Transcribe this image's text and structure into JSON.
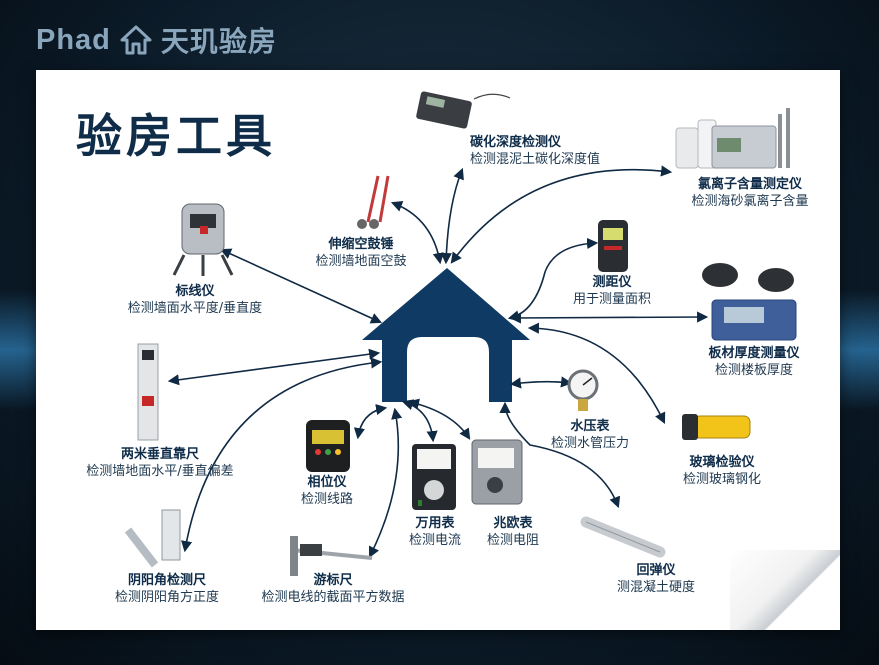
{
  "brand": {
    "text": "Phad",
    "cn": "天玑验房"
  },
  "page_title": "验房工具",
  "tools": [
    {
      "id": "carbonation",
      "name": "碳化深度检测仪",
      "desc": "检测混泥土碳化深度值"
    },
    {
      "id": "chloride",
      "name": "氯离子含量测定仪",
      "desc": "检测海砂氯离子含量"
    },
    {
      "id": "hammer",
      "name": "伸缩空鼓锤",
      "desc": "检测墙地面空鼓"
    },
    {
      "id": "laser-level",
      "name": "标线仪",
      "desc": "检测墙面水平度/垂直度"
    },
    {
      "id": "rangefinder",
      "name": "测距仪",
      "desc": "用于测量面积"
    },
    {
      "id": "thickness",
      "name": "板材厚度测量仪",
      "desc": "检测楼板厚度"
    },
    {
      "id": "ruler",
      "name": "两米垂直靠尺",
      "desc": "检测墙地面水平/垂直偏差"
    },
    {
      "id": "pressure",
      "name": "水压表",
      "desc": "检测水管压力"
    },
    {
      "id": "glass",
      "name": "玻璃检验仪",
      "desc": "检测玻璃钢化"
    },
    {
      "id": "phase",
      "name": "相位仪",
      "desc": "检测线路"
    },
    {
      "id": "multimeter",
      "name": "万用表",
      "desc": "检测电流"
    },
    {
      "id": "megohm",
      "name": "兆欧表",
      "desc": "检测电阻"
    },
    {
      "id": "angle",
      "name": "阴阳角检测尺",
      "desc": "检测阴阳角方正度"
    },
    {
      "id": "caliper",
      "name": "游标尺",
      "desc": "检测电线的截面平方数据"
    },
    {
      "id": "rebound",
      "name": "回弹仪",
      "desc": "测混凝土硬度"
    }
  ],
  "colors": {
    "navy": "#0f2c49",
    "house": "#0f3a63",
    "arrow": "#102a44"
  }
}
